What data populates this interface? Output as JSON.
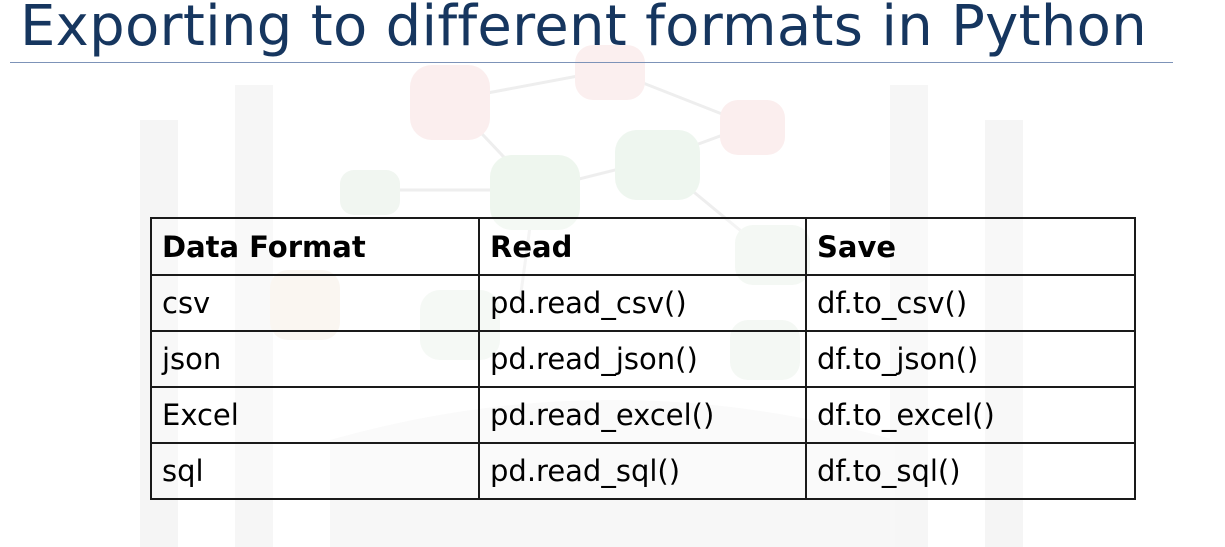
{
  "slide": {
    "title": "Exporting to different formats in Python"
  },
  "table": {
    "headers": [
      "Data Format",
      "Read",
      "Save"
    ],
    "rows": [
      [
        "csv",
        "pd.read_csv()",
        "df.to_csv()"
      ],
      [
        "json",
        "pd.read_json()",
        "df.to_json()"
      ],
      [
        "Excel",
        "pd.read_excel()",
        "df.to_excel()"
      ],
      [
        "sql",
        "pd.read_sql()",
        "df.to_sql()"
      ]
    ]
  },
  "colors": {
    "title": "#16365f",
    "rule": "#7d93b8",
    "grid": "#1a1a1a"
  }
}
